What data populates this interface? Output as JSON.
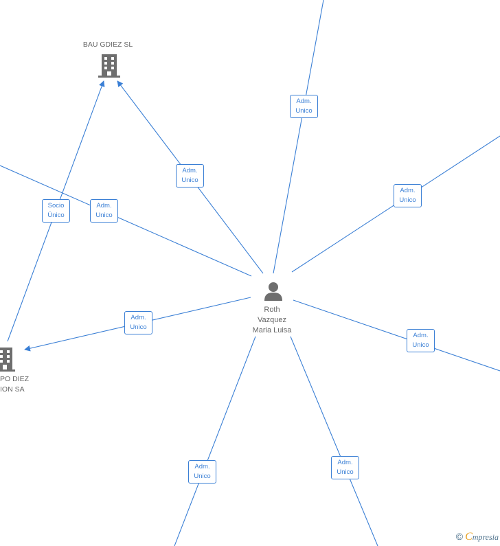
{
  "colors": {
    "edge": "#3a7fd5",
    "icon": "#6e6e6e",
    "text": "#666666"
  },
  "nodes": {
    "center_person": {
      "name_lines": [
        "Roth",
        "Vazquez",
        "Maria Luisa"
      ],
      "icon": "person-icon"
    },
    "bau_gdiez": {
      "name": "BAU GDIEZ  SL",
      "icon": "building-icon"
    },
    "grupo_diez": {
      "name_lines": [
        "PO DIEZ",
        "ION SA"
      ],
      "icon": "building-icon"
    }
  },
  "edges": [
    {
      "id": "top",
      "label": [
        "Adm.",
        "Unico"
      ]
    },
    {
      "id": "upper-right",
      "label": [
        "Adm.",
        "Unico"
      ]
    },
    {
      "id": "to-bau",
      "label": [
        "Adm.",
        "Unico"
      ]
    },
    {
      "id": "left-upper",
      "label": [
        "Adm.",
        "Unico"
      ]
    },
    {
      "id": "grupo-to-bau",
      "label": [
        "Socio",
        "Único"
      ]
    },
    {
      "id": "to-grupo",
      "label": [
        "Adm.",
        "Unico"
      ]
    },
    {
      "id": "right",
      "label": [
        "Adm.",
        "Unico"
      ]
    },
    {
      "id": "bottom-left",
      "label": [
        "Adm.",
        "Unico"
      ]
    },
    {
      "id": "bottom-right",
      "label": [
        "Adm.",
        "Unico"
      ]
    }
  ],
  "watermark": {
    "copyright": "©",
    "brand_initial": "C",
    "brand_rest": "mpresia"
  }
}
